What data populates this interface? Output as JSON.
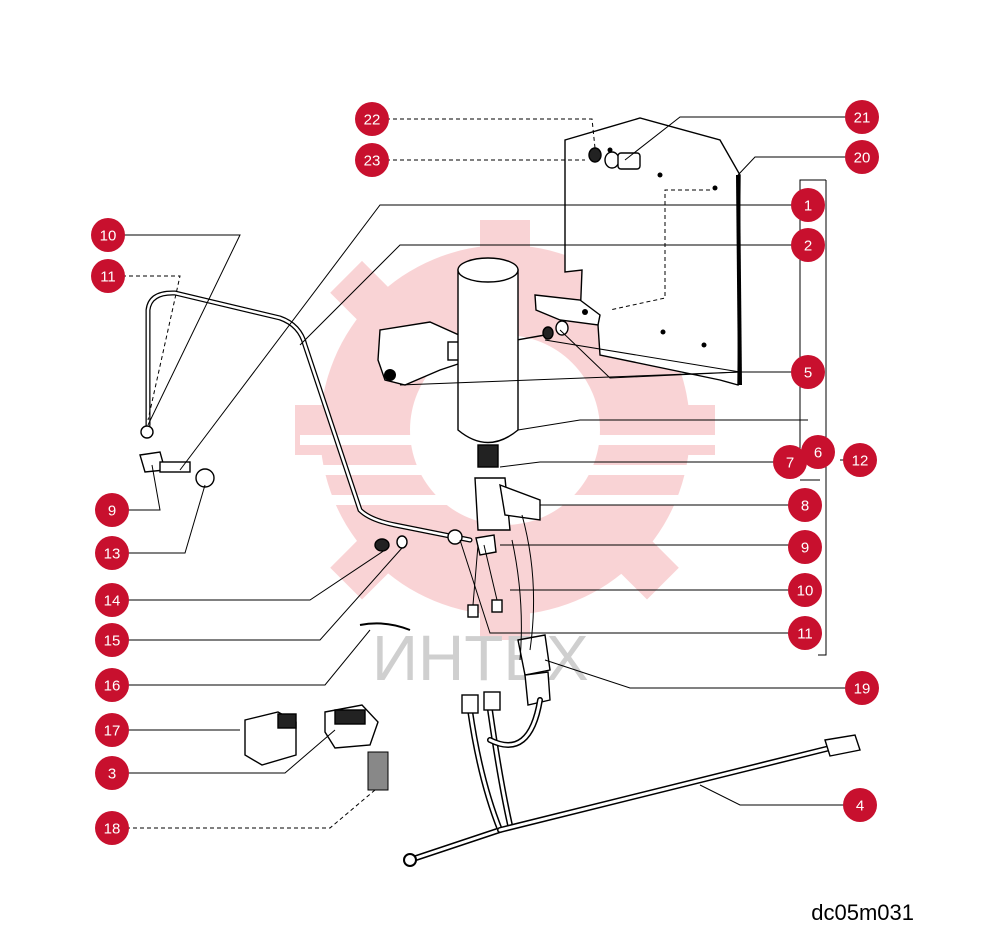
{
  "figure_code": "dc05m031",
  "watermark_text": "ИНТЕХ",
  "accent_color": "#c8102e",
  "callouts": [
    {
      "id": "22",
      "label": "22"
    },
    {
      "id": "23",
      "label": "23"
    },
    {
      "id": "21",
      "label": "21"
    },
    {
      "id": "20",
      "label": "20"
    },
    {
      "id": "1",
      "label": "1"
    },
    {
      "id": "2",
      "label": "2"
    },
    {
      "id": "10a",
      "label": "10"
    },
    {
      "id": "11a",
      "label": "11"
    },
    {
      "id": "5",
      "label": "5"
    },
    {
      "id": "6",
      "label": "6"
    },
    {
      "id": "12",
      "label": "12"
    },
    {
      "id": "7",
      "label": "7"
    },
    {
      "id": "8",
      "label": "8"
    },
    {
      "id": "9a",
      "label": "9"
    },
    {
      "id": "9b",
      "label": "9"
    },
    {
      "id": "13",
      "label": "13"
    },
    {
      "id": "10b",
      "label": "10"
    },
    {
      "id": "14",
      "label": "14"
    },
    {
      "id": "11b",
      "label": "11"
    },
    {
      "id": "15",
      "label": "15"
    },
    {
      "id": "16",
      "label": "16"
    },
    {
      "id": "19",
      "label": "19"
    },
    {
      "id": "17",
      "label": "17"
    },
    {
      "id": "3",
      "label": "3"
    },
    {
      "id": "4",
      "label": "4"
    },
    {
      "id": "18",
      "label": "18"
    }
  ]
}
